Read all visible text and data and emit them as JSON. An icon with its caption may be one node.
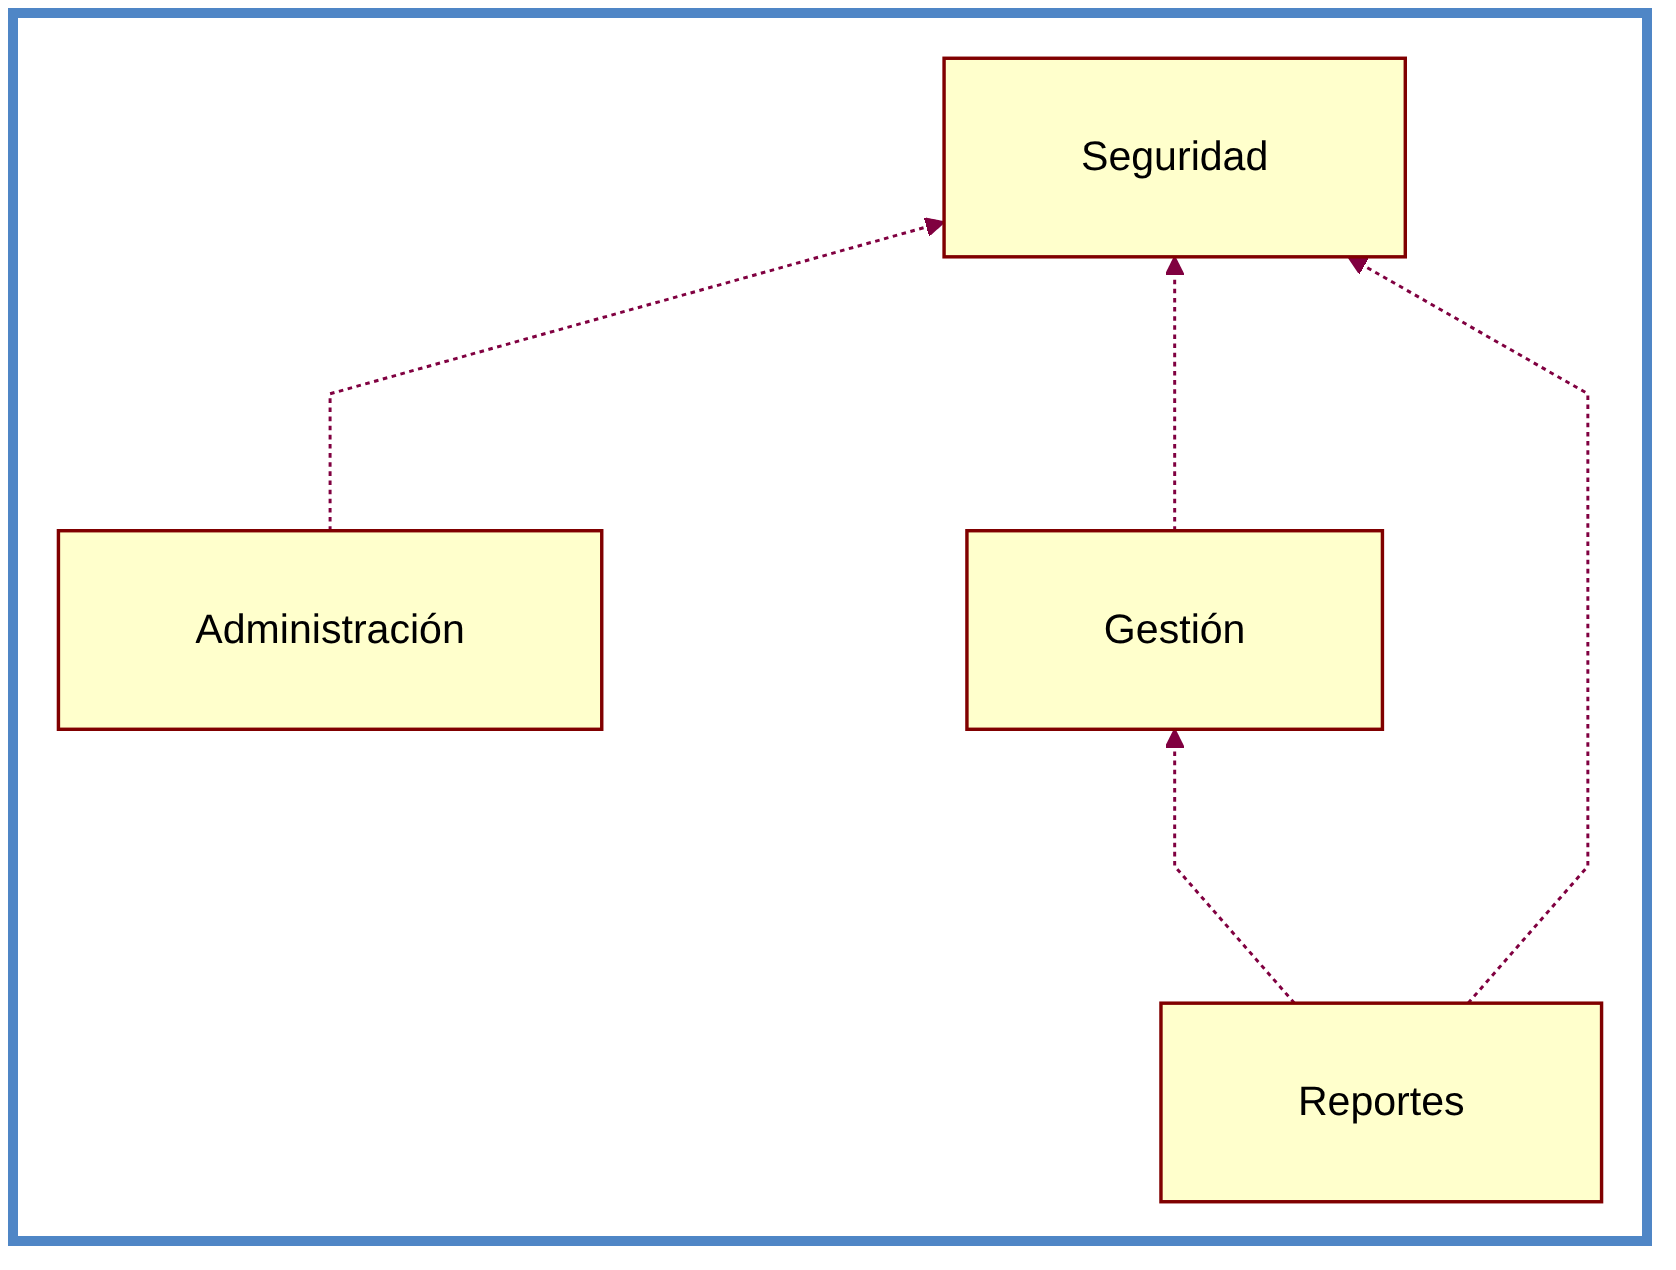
{
  "diagram": {
    "nodes": [
      {
        "text": [
          "Seguridad"
        ]
      },
      {
        "text": [
          "Administración"
        ]
      },
      {
        "text": [
          "Gestión"
        ]
      },
      {
        "text": [
          "Reportes"
        ]
      }
    ],
    "edges": [
      {
        "from": 1,
        "to": 0,
        "arrow": "to",
        "style": "dashed"
      },
      {
        "from": 2,
        "to": 0,
        "arrow": "to",
        "style": "dashed"
      },
      {
        "from": 3,
        "to": 0,
        "arrow": "to",
        "style": "dashed"
      },
      {
        "from": 3,
        "to": 2,
        "arrow": "to",
        "style": "dashed"
      }
    ]
  }
}
